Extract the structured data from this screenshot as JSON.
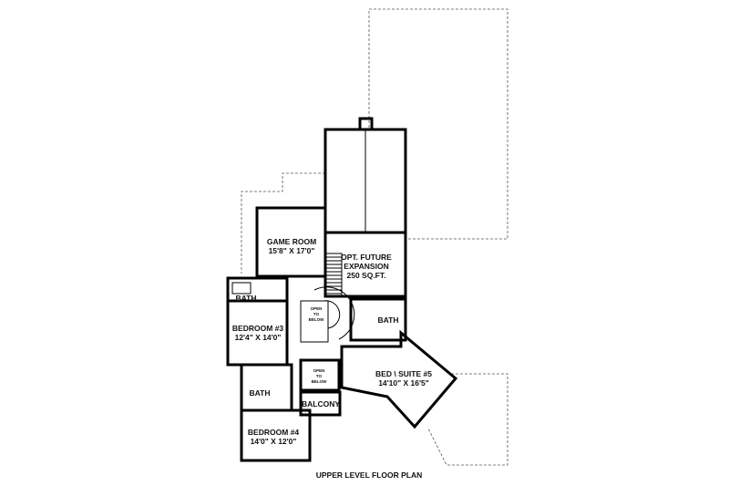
{
  "plan": {
    "title": "UPPER LEVEL FLOOR PLAN",
    "rooms": {
      "game_room": {
        "name": "GAME ROOM",
        "size": "15'8\" X 17'0\""
      },
      "expansion": {
        "name1": "OPT. FUTURE",
        "name2": "EXPANSION",
        "size": "250 SQ.FT."
      },
      "bath_1": {
        "name": "BATH"
      },
      "bedroom_3": {
        "name": "BEDROOM #3",
        "size": "12'4\" X 14'0\""
      },
      "open_below_1": {
        "l1": "OPEN",
        "l2": "TO",
        "l3": "BELOW"
      },
      "bath_2": {
        "name": "BATH"
      },
      "open_below_2": {
        "l1": "OPEN",
        "l2": "TO",
        "l3": "BELOW"
      },
      "bed_suite_5": {
        "name": "BED \\ SUITE #5",
        "size": "14'10\" X 16'5\""
      },
      "bath_3": {
        "name": "BATH"
      },
      "balcony": {
        "name": "BALCONY"
      },
      "bedroom_4": {
        "name": "BEDROOM #4",
        "size": "14'0\" X 12'0\""
      }
    }
  }
}
